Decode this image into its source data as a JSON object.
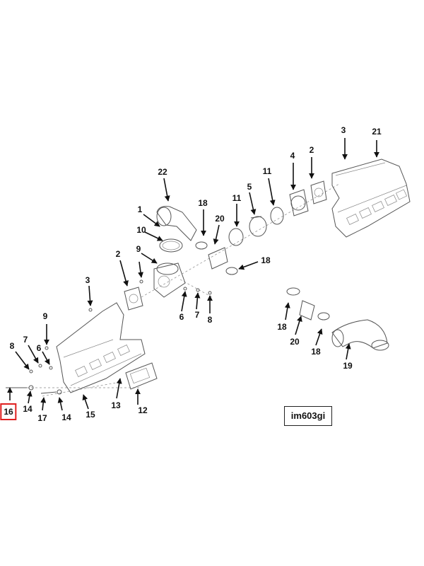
{
  "figure_id": "im603gi",
  "highlight_color": "#e02020",
  "callouts": [
    {
      "id": "c21a",
      "label": "21"
    },
    {
      "id": "c3a",
      "label": "3"
    },
    {
      "id": "c2a",
      "label": "2"
    },
    {
      "id": "c4",
      "label": "4"
    },
    {
      "id": "c11a",
      "label": "11"
    },
    {
      "id": "c5",
      "label": "5"
    },
    {
      "id": "c11b",
      "label": "11"
    },
    {
      "id": "c22",
      "label": "22"
    },
    {
      "id": "c18a",
      "label": "18"
    },
    {
      "id": "c20a",
      "label": "20"
    },
    {
      "id": "c1",
      "label": "1"
    },
    {
      "id": "c10",
      "label": "10"
    },
    {
      "id": "c9a",
      "label": "9"
    },
    {
      "id": "c18b",
      "label": "18"
    },
    {
      "id": "c2b",
      "label": "2"
    },
    {
      "id": "c3b",
      "label": "3"
    },
    {
      "id": "c6a",
      "label": "6"
    },
    {
      "id": "c7a",
      "label": "7"
    },
    {
      "id": "c8a",
      "label": "8"
    },
    {
      "id": "c9b",
      "label": "9"
    },
    {
      "id": "c7b",
      "label": "7"
    },
    {
      "id": "c6b",
      "label": "6"
    },
    {
      "id": "c8b",
      "label": "8"
    },
    {
      "id": "c18c",
      "label": "18"
    },
    {
      "id": "c20b",
      "label": "20"
    },
    {
      "id": "c18d",
      "label": "18"
    },
    {
      "id": "c19",
      "label": "19"
    },
    {
      "id": "c16",
      "label": "16"
    },
    {
      "id": "c14a",
      "label": "14"
    },
    {
      "id": "c17",
      "label": "17"
    },
    {
      "id": "c14b",
      "label": "14"
    },
    {
      "id": "c15",
      "label": "15"
    },
    {
      "id": "c13",
      "label": "13"
    },
    {
      "id": "c12",
      "label": "12"
    }
  ]
}
